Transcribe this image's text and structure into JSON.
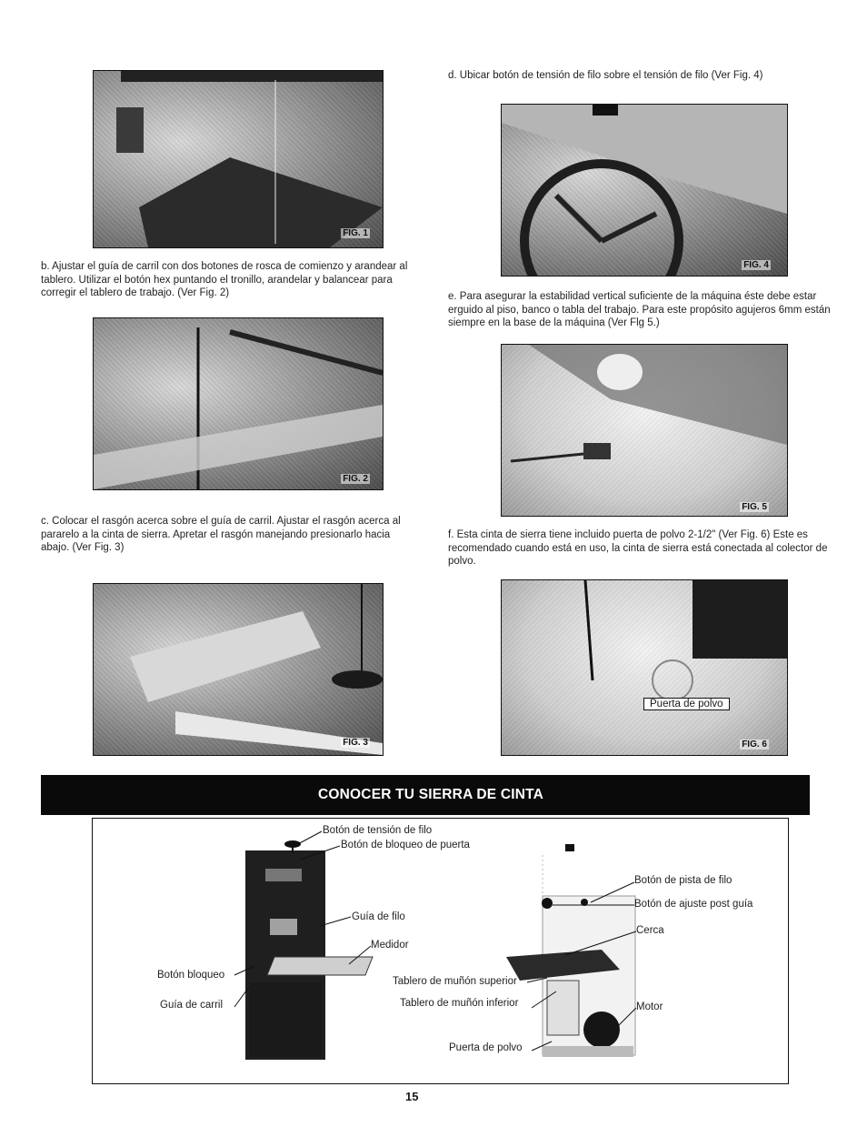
{
  "steps": {
    "b": "b.  Ajustar el guía de carril con dos botones de rosca de comienzo y arandear al tablero. Utilizar el botón hex puntando el tronillo, arandelar y balancear para corregir el tablero de trabajo. (Ver Fig. 2)",
    "c": "c.  Colocar el rasgón acerca sobre el guía de carril. Ajustar el rasgón acerca al pararelo a la cinta de sierra. Apretar el rasgón manejando presionarlo hacia abajo. (Ver Fig. 3)",
    "d": "d.  Ubicar botón de tensión de filo sobre el tensión de filo (Ver Fig. 4)",
    "e": "e.  Para asegurar la estabilidad vertical suficiente de la máquina éste debe estar erguido al piso, banco o tabla del trabajo. Para este propósito agujeros 6mm están siempre en la base de la máquina (Ver Flg 5.)",
    "f": "f.  Esta cinta de sierra tiene incluido puerta de polvo 2-1/2\" (Ver Fig. 6) Este es recomendado cuando está en uso, la cinta de sierra está conectada al colector de polvo."
  },
  "figures": {
    "fig1": "FIG. 1",
    "fig2": "FIG. 2",
    "fig3": "FIG. 3",
    "fig4": "FIG. 4",
    "fig5": "FIG. 5",
    "fig6": "FIG. 6",
    "fig6_callout": "Puerta de polvo"
  },
  "section": {
    "title": "CONOCER TU SIERRA DE CINTA"
  },
  "parts": {
    "tension_knob": "Botón de tensión de filo",
    "door_lock_knob": "Botón de bloqueo de puerta",
    "blade_guide": "Guía de filo",
    "gauge": "Medidor",
    "lock_knob": "Botón bloqueo",
    "rail_guide": "Guía de carril",
    "blade_track_knob": "Botón de pista de filo",
    "post_adjust_knob": "Botón de ajuste post guía",
    "fence": "Cerca",
    "upper_trunnion": "Tablero de muñón superior",
    "lower_trunnion": "Tablero de muñón inferior",
    "motor": "Motor",
    "dust_port": "Puerta de polvo"
  },
  "page_number": "15",
  "colors": {
    "banner_bg": "#0a0a0a",
    "banner_text": "#ffffff",
    "machine_dark": "#1f1f1f"
  }
}
